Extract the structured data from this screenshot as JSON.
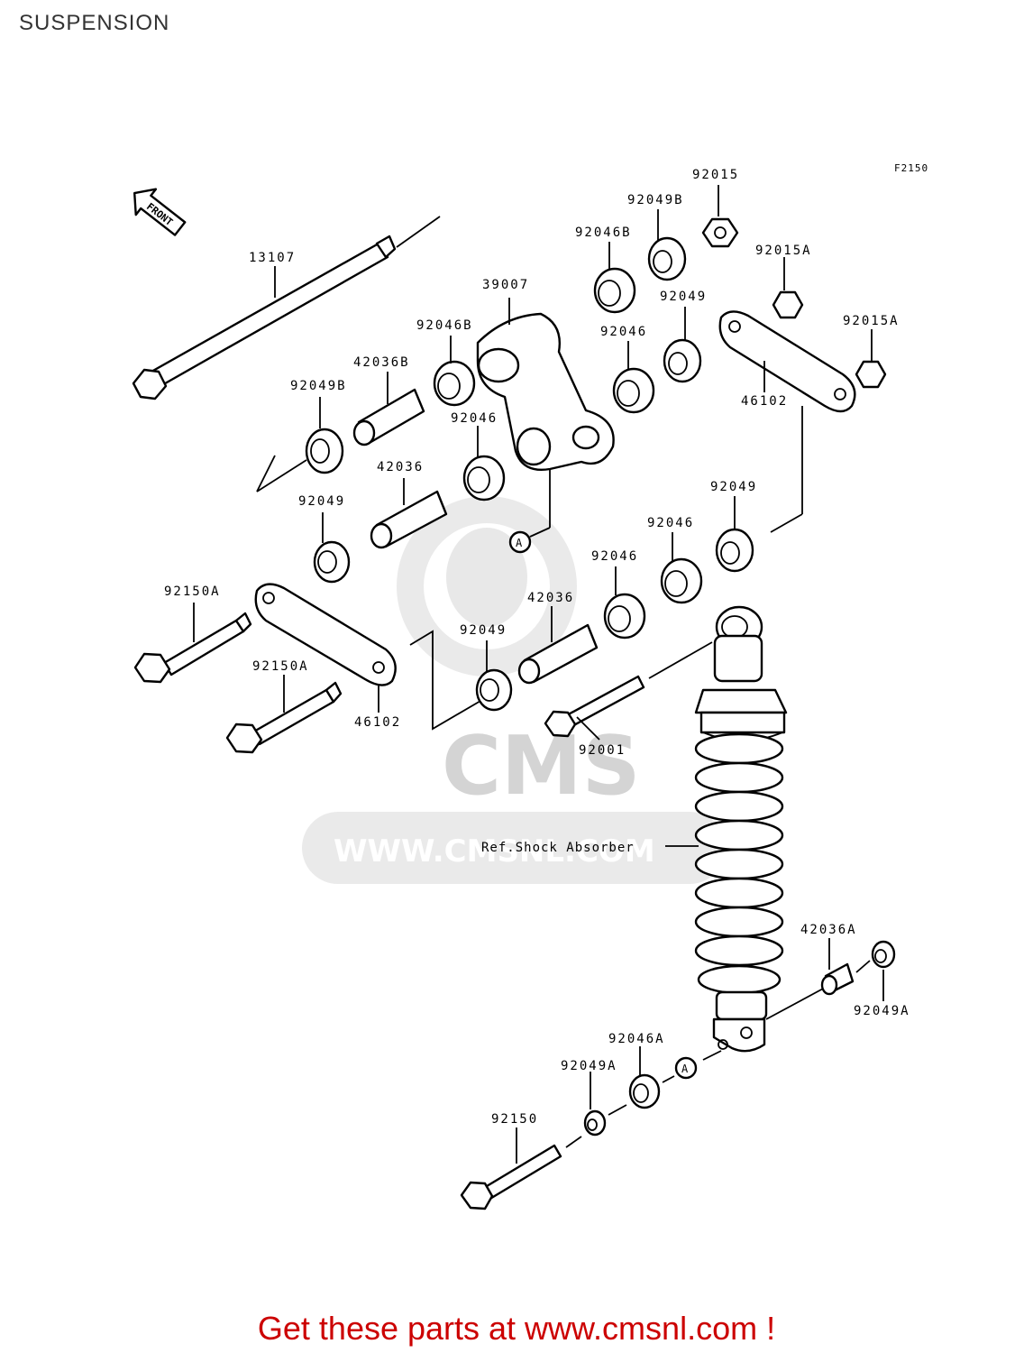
{
  "page": {
    "title": "SUSPENSION"
  },
  "figure": {
    "code": "F2150",
    "direction_label": "FRONT"
  },
  "watermark": {
    "logo_text": "CMS",
    "url_text": "WWW.CMSNL.COM"
  },
  "labels": {
    "p13107": "13107",
    "p92015": "92015",
    "p92049B_top": "92049B",
    "p92046B_top": "92046B",
    "p92015A_1": "92015A",
    "p39007": "39007",
    "p92049_top": "92049",
    "p92046B_mid": "92046B",
    "p92046_a": "92046",
    "p92015A_2": "92015A",
    "p42036B": "42036B",
    "p92049B_left": "92049B",
    "p46102_right": "46102",
    "p92046_b": "92046",
    "p42036_a": "42036",
    "p92049_left": "92049",
    "p92049_right": "92049",
    "p92046_c": "92046",
    "p92046_d": "92046",
    "p92150A_1": "92150A",
    "p42036_b": "42036",
    "p92049_mid": "92049",
    "p92150A_2": "92150A",
    "p46102_left": "46102",
    "p92001": "92001",
    "ref_shock": "Ref.Shock Absorber",
    "p42036A": "42036A",
    "p92049A_right": "92049A",
    "p92046A": "92046A",
    "p92049A_left": "92049A",
    "p92150": "92150",
    "marker_a": "A"
  },
  "footer": {
    "text": "Get these parts at www.cmsnl.com !"
  }
}
